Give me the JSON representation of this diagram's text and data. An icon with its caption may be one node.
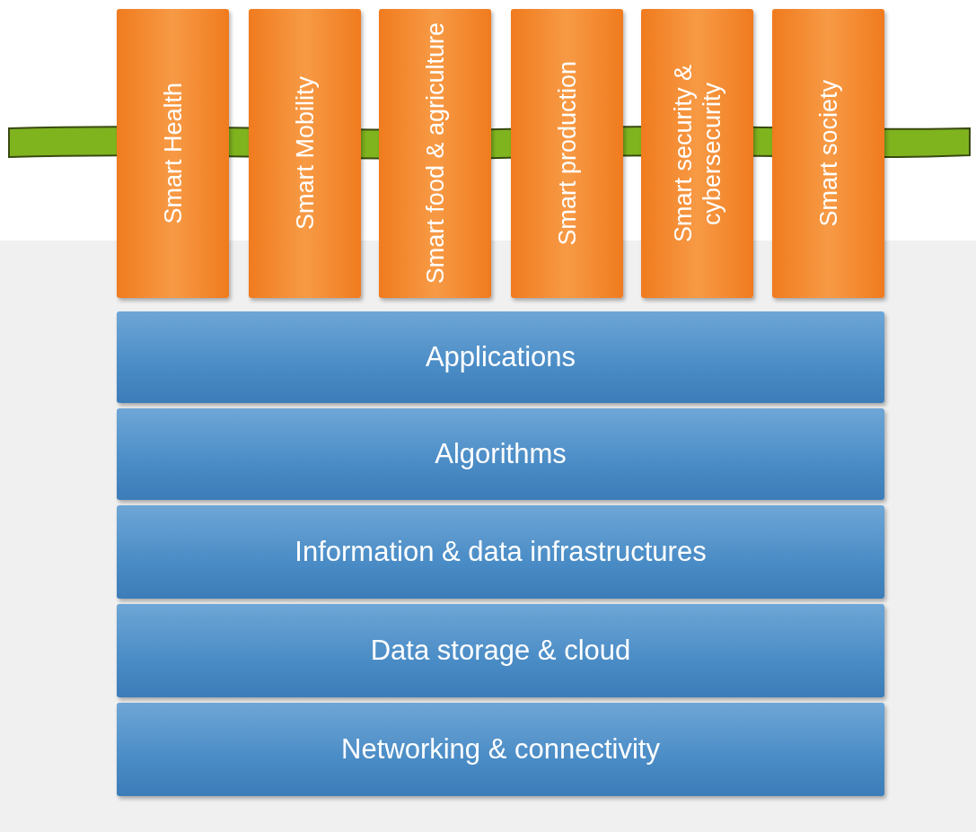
{
  "diagram": {
    "nodes": [
      {
        "text": [
          "Smart Health"
        ]
      },
      {
        "text": [
          "Smart Mobility"
        ]
      },
      {
        "text": [
          "Smart food & agriculture"
        ]
      },
      {
        "text": [
          "Smart production"
        ]
      },
      {
        "text": [
          "Smart security & cybersecurity"
        ]
      },
      {
        "text": [
          "Smart society"
        ]
      },
      {
        "text": [
          "Applications"
        ]
      },
      {
        "text": [
          "Algorithms"
        ]
      },
      {
        "text": [
          "Information & data infrastructures"
        ]
      },
      {
        "text": [
          "Data storage & cloud"
        ]
      },
      {
        "text": [
          "Networking & connectivity"
        ]
      }
    ]
  }
}
